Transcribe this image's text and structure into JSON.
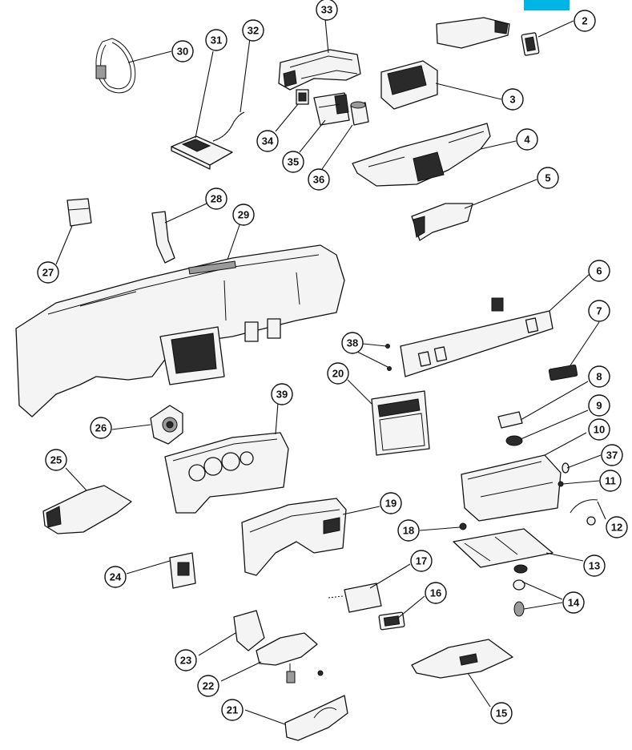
{
  "colors": {
    "ink": "#111111",
    "paper": "#ffffff",
    "corner_tab": "#00b4e6"
  },
  "callouts": [
    {
      "id": "c2",
      "label": "2"
    },
    {
      "id": "c3",
      "label": "3"
    },
    {
      "id": "c4",
      "label": "4"
    },
    {
      "id": "c5",
      "label": "5"
    },
    {
      "id": "c6",
      "label": "6"
    },
    {
      "id": "c7",
      "label": "7"
    },
    {
      "id": "c8",
      "label": "8"
    },
    {
      "id": "c9",
      "label": "9"
    },
    {
      "id": "c10",
      "label": "10"
    },
    {
      "id": "c11",
      "label": "11"
    },
    {
      "id": "c12",
      "label": "12"
    },
    {
      "id": "c13",
      "label": "13"
    },
    {
      "id": "c14",
      "label": "14"
    },
    {
      "id": "c15",
      "label": "15"
    },
    {
      "id": "c16",
      "label": "16"
    },
    {
      "id": "c17",
      "label": "17"
    },
    {
      "id": "c18",
      "label": "18"
    },
    {
      "id": "c19",
      "label": "19"
    },
    {
      "id": "c20",
      "label": "20"
    },
    {
      "id": "c21",
      "label": "21"
    },
    {
      "id": "c22",
      "label": "22"
    },
    {
      "id": "c23",
      "label": "23"
    },
    {
      "id": "c24",
      "label": "24"
    },
    {
      "id": "c25",
      "label": "25"
    },
    {
      "id": "c26",
      "label": "26"
    },
    {
      "id": "c27",
      "label": "27"
    },
    {
      "id": "c28",
      "label": "28"
    },
    {
      "id": "c29",
      "label": "29"
    },
    {
      "id": "c30",
      "label": "30"
    },
    {
      "id": "c31",
      "label": "31"
    },
    {
      "id": "c32",
      "label": "32"
    },
    {
      "id": "c33",
      "label": "33"
    },
    {
      "id": "c34",
      "label": "34"
    },
    {
      "id": "c35",
      "label": "35"
    },
    {
      "id": "c36",
      "label": "36"
    },
    {
      "id": "c37",
      "label": "37"
    },
    {
      "id": "c38",
      "label": "38"
    },
    {
      "id": "c39",
      "label": "39"
    }
  ]
}
